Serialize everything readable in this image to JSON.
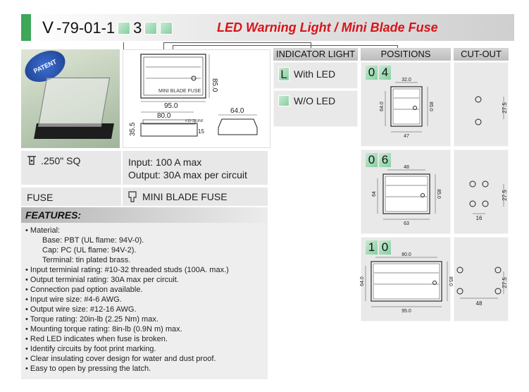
{
  "header": {
    "pn_prefix": "V",
    "pn_middle": "-79-01-1",
    "pn_digit": "3",
    "title": "LED Warning Light / Mini Blade Fuse"
  },
  "photo": {
    "patent_label": "PATENT"
  },
  "drawing_top": {
    "dim_width": "95.0",
    "dim_height": "85.0",
    "dim_inner": "80.0",
    "dim_side_h": "35.5",
    "dim_side_w": "64.0",
    "dim_small": "15",
    "stud_label": "#10-32UNF",
    "label_inside": "MINI BLADE FUSE"
  },
  "terminal": {
    "label": ".250\" SQ"
  },
  "ratings": {
    "input": "Input: 100 A max",
    "output": "Output: 30A max per circuit"
  },
  "fuse": {
    "label": "FUSE",
    "value": "MINI BLADE FUSE"
  },
  "features": {
    "title": "FEATURES:",
    "lines": [
      {
        "text": "• Material:",
        "sub": false
      },
      {
        "text": "Base: PBT (UL flame: 94V-0).",
        "sub": true
      },
      {
        "text": "Cap: PC (UL flame: 94V-2).",
        "sub": true
      },
      {
        "text": "Terminal: tin plated brass.",
        "sub": true
      },
      {
        "text": "• Input terminial rating: #10-32 threaded studs (100A. max.)",
        "sub": false
      },
      {
        "text": "• Output terminial rating: 30A max per circuit.",
        "sub": false
      },
      {
        "text": "• Connection pad option available.",
        "sub": false
      },
      {
        "text": "• Input wire size: #4-6 AWG.",
        "sub": false
      },
      {
        "text": "• Output wire size: #12-16 AWG.",
        "sub": false
      },
      {
        "text": "• Torque rating: 20in-lb (2.25 Nm) max.",
        "sub": false
      },
      {
        "text": "• Mounting torque rating: 8in-lb (0.9N m) max.",
        "sub": false
      },
      {
        "text": "• Red LED indicates when fuse is broken.",
        "sub": false
      },
      {
        "text": "• Identify circuits by foot print marking.",
        "sub": false
      },
      {
        "text": "• Clear insulating cover design for water and dust proof.",
        "sub": false
      },
      {
        "text": "• Easy to open by pressing the latch.",
        "sub": false
      }
    ]
  },
  "columns": {
    "indicator": "INDICATOR LIGHT",
    "positions": "POSITIONS",
    "cutout": "CUT-OUT"
  },
  "indicator": {
    "with_code": "L",
    "with_label": "With LED",
    "wo_label": "W/O LED"
  },
  "positions": [
    {
      "d1": "0",
      "d2": "4",
      "w_top": "32.0",
      "h_left": "64.0",
      "h_right": "85.0",
      "w_bottom": "47",
      "cut_h": "27.5",
      "cut_w": ""
    },
    {
      "d1": "0",
      "d2": "6",
      "w_top": "48",
      "h_left": "64",
      "h_right": "85.0",
      "w_bottom": "63",
      "cut_h": "27.5",
      "cut_w": "16"
    },
    {
      "d1": "1",
      "d2": "0",
      "w_top": "80.0",
      "h_left": "64.0",
      "h_right": "85.0",
      "w_bottom": "95.0",
      "cut_h": "27.5",
      "cut_w": "48"
    }
  ],
  "colors": {
    "accent_red": "#d8141b",
    "accent_green": "#3ea75a",
    "swatch_green": "#86cfa0"
  }
}
